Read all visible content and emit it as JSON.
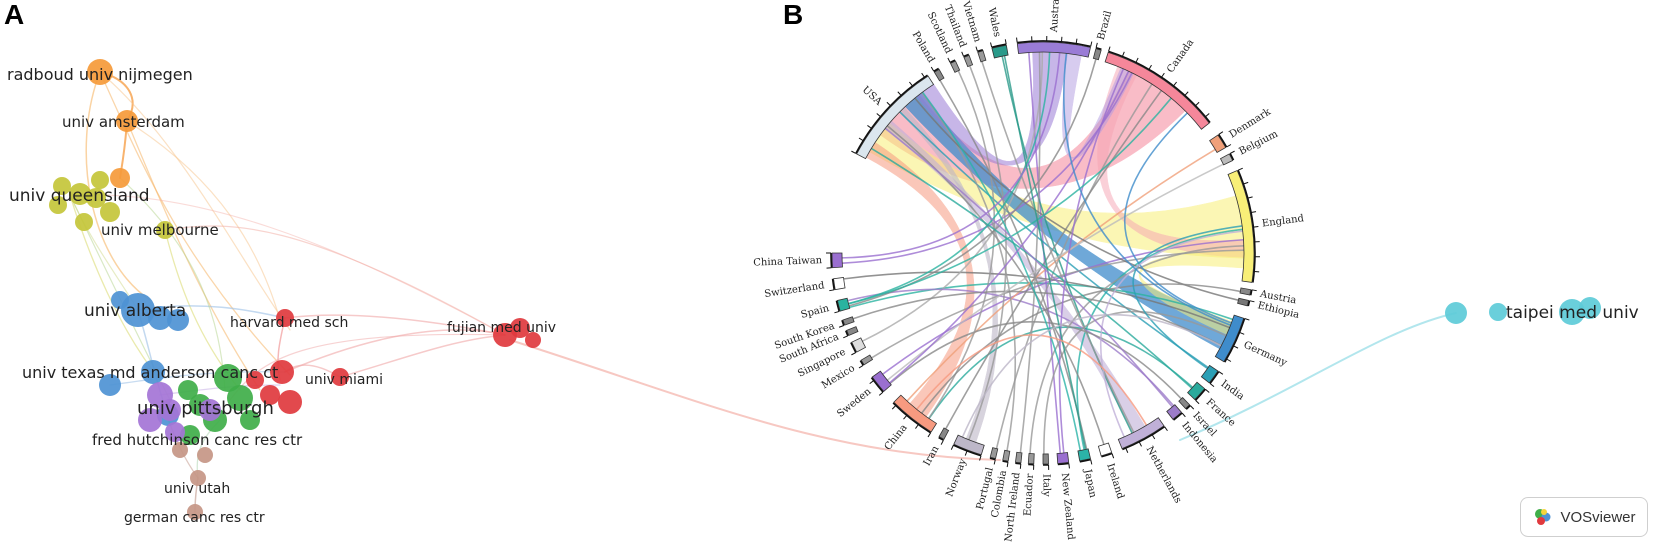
{
  "panels": {
    "a": {
      "label": "A"
    },
    "b": {
      "label": "B"
    }
  },
  "vosviewer": {
    "brand_text": "VOSviewer",
    "clusters": [
      {
        "id": "orange",
        "color": "#f59a3a"
      },
      {
        "id": "yellow",
        "color": "#c4c53a"
      },
      {
        "id": "blue",
        "color": "#4e92d4"
      },
      {
        "id": "red",
        "color": "#e03a3e"
      },
      {
        "id": "green",
        "color": "#3fae49"
      },
      {
        "id": "purple",
        "color": "#a474d6"
      },
      {
        "id": "brown",
        "color": "#c59685"
      },
      {
        "id": "cyan",
        "color": "#5dcbd8"
      }
    ],
    "node_labels": [
      {
        "id": "radboud",
        "text": "radboud univ nijmegen",
        "cluster": "orange"
      },
      {
        "id": "amsterdam",
        "text": "univ amsterdam",
        "cluster": "orange"
      },
      {
        "id": "queensland",
        "text": "univ queensland",
        "cluster": "yellow"
      },
      {
        "id": "melbourne",
        "text": "univ melbourne",
        "cluster": "yellow"
      },
      {
        "id": "alberta",
        "text": "univ alberta",
        "cluster": "blue"
      },
      {
        "id": "harvard",
        "text": "harvard med sch",
        "cluster": "red"
      },
      {
        "id": "fujian",
        "text": "fujian med univ",
        "cluster": "red"
      },
      {
        "id": "mdanderson",
        "text": "univ texas md anderson canc ct",
        "cluster": "blue"
      },
      {
        "id": "miami",
        "text": "univ miami",
        "cluster": "red"
      },
      {
        "id": "pittsburgh",
        "text": "univ pittsburgh",
        "cluster": "purple"
      },
      {
        "id": "hutchinson",
        "text": "fred hutchinson canc res ctr",
        "cluster": "green"
      },
      {
        "id": "utah",
        "text": "univ utah",
        "cluster": "brown"
      },
      {
        "id": "german",
        "text": "german canc res ctr",
        "cluster": "brown"
      },
      {
        "id": "taipei",
        "text": "taipei med univ",
        "cluster": "cyan"
      }
    ]
  },
  "chord": {
    "countries": [
      {
        "name": "USA",
        "color": "#dbe6ee"
      },
      {
        "name": "Canada",
        "color": "#f5879a"
      },
      {
        "name": "Denmark",
        "color": "#f0a07a"
      },
      {
        "name": "Belgium",
        "color": "#bbbbbb"
      },
      {
        "name": "England",
        "color": "#f8ef78"
      },
      {
        "name": "Austria",
        "color": "#888888"
      },
      {
        "name": "Ethiopia",
        "color": "#777777"
      },
      {
        "name": "Germany",
        "color": "#3f8ccb"
      },
      {
        "name": "India",
        "color": "#2b9fb5"
      },
      {
        "name": "France",
        "color": "#2aaa9c"
      },
      {
        "name": "Israel",
        "color": "#888888"
      },
      {
        "name": "Indonesia",
        "color": "#9c7cc9"
      },
      {
        "name": "Netherlands",
        "color": "#c0b0d8"
      },
      {
        "name": "Ireland",
        "color": "#ffffff"
      },
      {
        "name": "Japan",
        "color": "#2bb3a8"
      },
      {
        "name": "New Zealand",
        "color": "#9a6fd0"
      },
      {
        "name": "Italy",
        "color": "#888888"
      },
      {
        "name": "Ecuador",
        "color": "#999999"
      },
      {
        "name": "North Ireland",
        "color": "#999999"
      },
      {
        "name": "Colombia",
        "color": "#999999"
      },
      {
        "name": "Portugal",
        "color": "#999999"
      },
      {
        "name": "Norway",
        "color": "#bdb7c8"
      },
      {
        "name": "Iran",
        "color": "#888888"
      },
      {
        "name": "China",
        "color": "#f79a80"
      },
      {
        "name": "Sweden",
        "color": "#9a6fd0"
      },
      {
        "name": "Mexico",
        "color": "#999999"
      },
      {
        "name": "Singapore",
        "color": "#dddddd"
      },
      {
        "name": "South Africa",
        "color": "#888888"
      },
      {
        "name": "South Korea",
        "color": "#888888"
      },
      {
        "name": "Spain",
        "color": "#2ab3a0"
      },
      {
        "name": "Switzerland",
        "color": "#ffffff"
      },
      {
        "name": "China Taiwan",
        "color": "#9a6fd0"
      },
      {
        "name": "Poland",
        "color": "#888888"
      },
      {
        "name": "Scotland",
        "color": "#999999"
      },
      {
        "name": "Thailand",
        "color": "#999999"
      },
      {
        "name": "Vietnam",
        "color": "#999999"
      },
      {
        "name": "Wales",
        "color": "#2a9a8a"
      },
      {
        "name": "Australia",
        "color": "#9a7cd6"
      },
      {
        "name": "Brazil",
        "color": "#888888"
      }
    ]
  }
}
